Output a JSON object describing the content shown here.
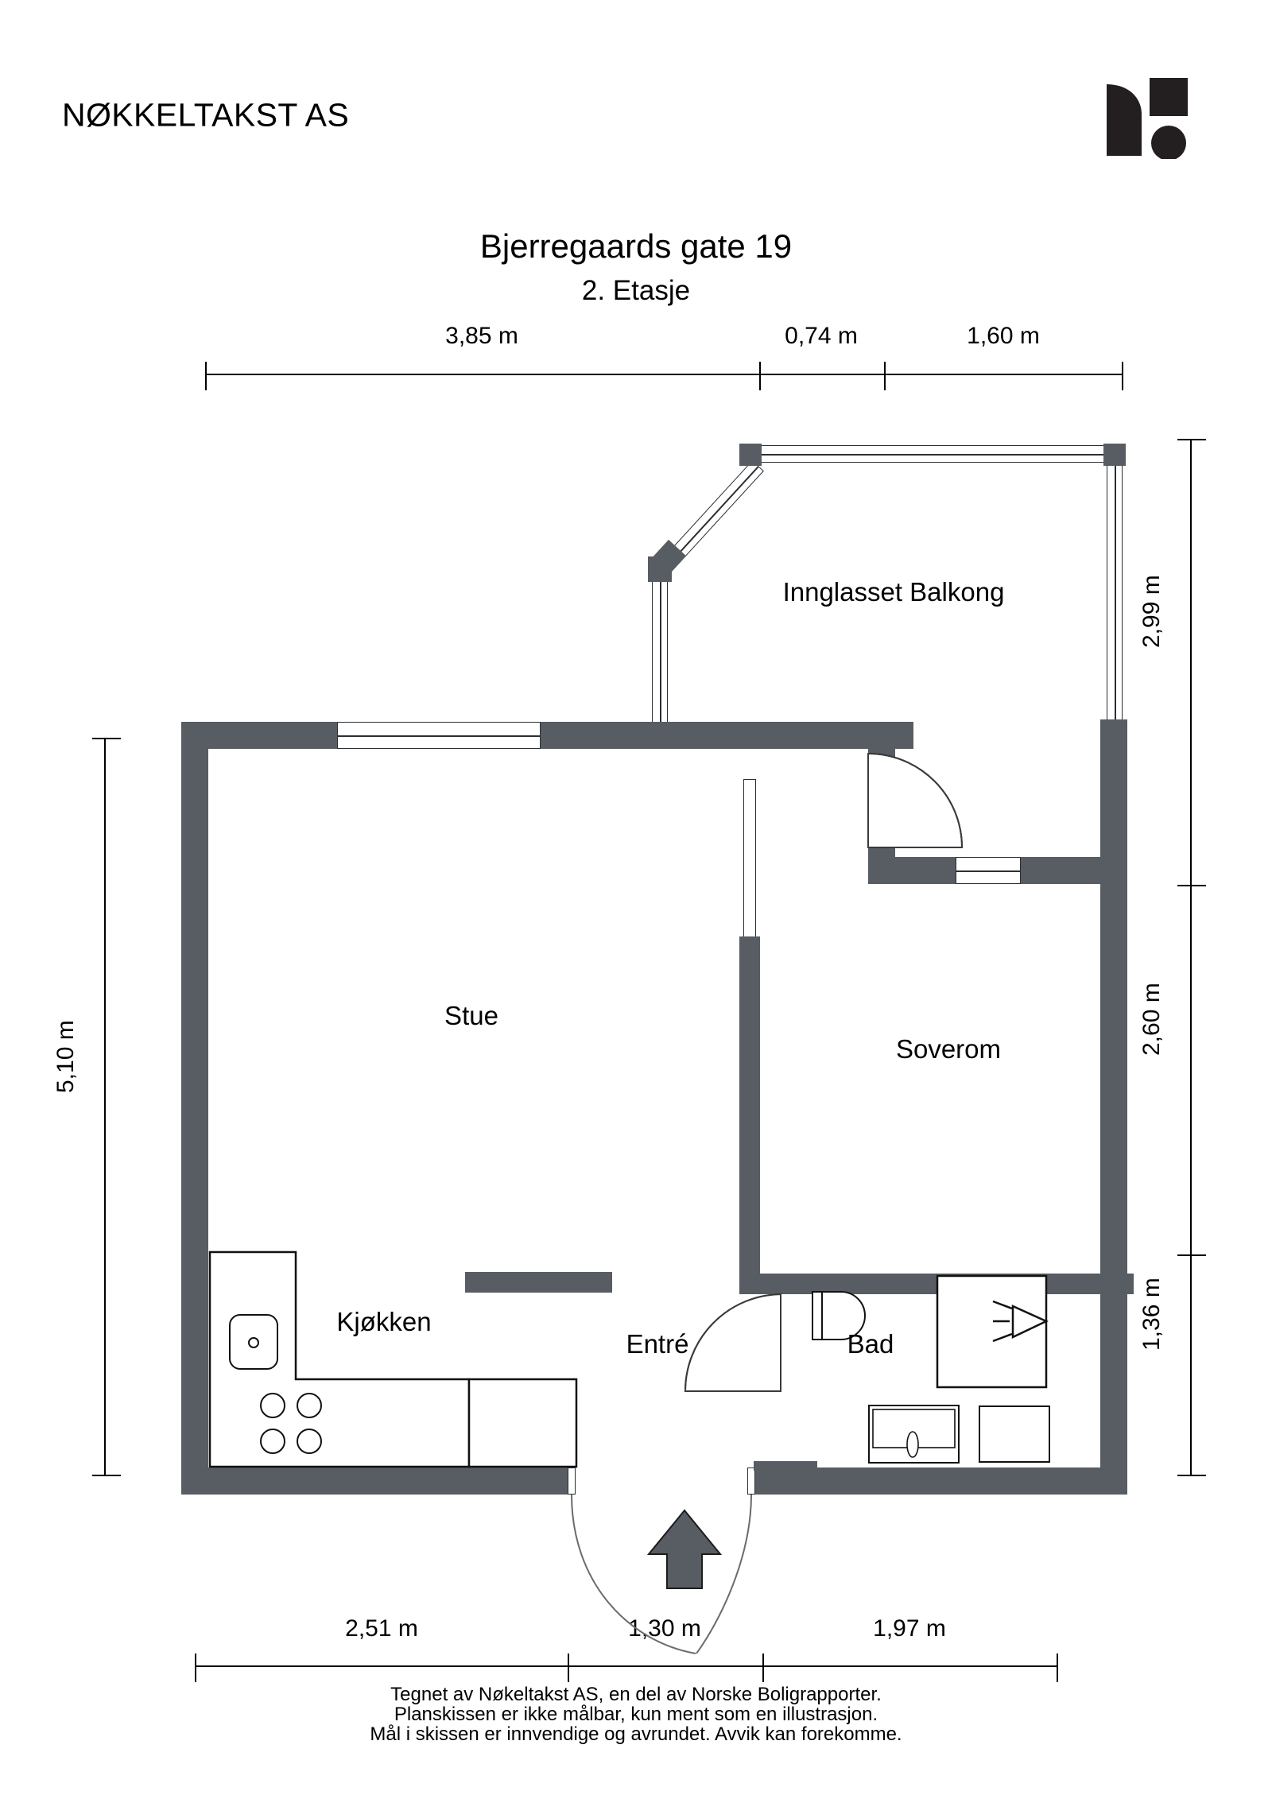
{
  "header": {
    "company_name": "NØKKELTAKST AS",
    "logo_name": "nokkeltakst-logo"
  },
  "title": {
    "address": "Bjerregaards gate 19",
    "floor": "2. Etasje"
  },
  "rooms": [
    {
      "key": "balcony",
      "label": "Innglasset Balkong"
    },
    {
      "key": "living",
      "label": "Stue"
    },
    {
      "key": "bedroom",
      "label": "Soverom"
    },
    {
      "key": "kitchen",
      "label": "Kjøkken"
    },
    {
      "key": "hall",
      "label": "Entré"
    },
    {
      "key": "bath",
      "label": "Bad"
    }
  ],
  "dimensions": {
    "top": [
      {
        "value": "3,85 m"
      },
      {
        "value": "0,74 m"
      },
      {
        "value": "1,60 m"
      }
    ],
    "bottom": [
      {
        "value": "2,51 m"
      },
      {
        "value": "1,30 m"
      },
      {
        "value": "1,97 m"
      }
    ],
    "right": [
      {
        "value": "2,99 m"
      },
      {
        "value": "2,60 m"
      },
      {
        "value": "1,36 m"
      }
    ],
    "left": [
      {
        "value": "5,10 m"
      }
    ]
  },
  "footer": {
    "line1": "Tegnet av Nøkeltakst AS, en del av Norske Boligrapporter.",
    "line2": "Planskissen er ikke målbar, kun ment som en illustrasjon.",
    "line3": "Mål i skissen er innvendige og avrundet. Avvik kan forekomme."
  },
  "colors": {
    "wall": "#585d63",
    "ink": "#000000",
    "paper": "#ffffff",
    "logo": "#231f20"
  }
}
